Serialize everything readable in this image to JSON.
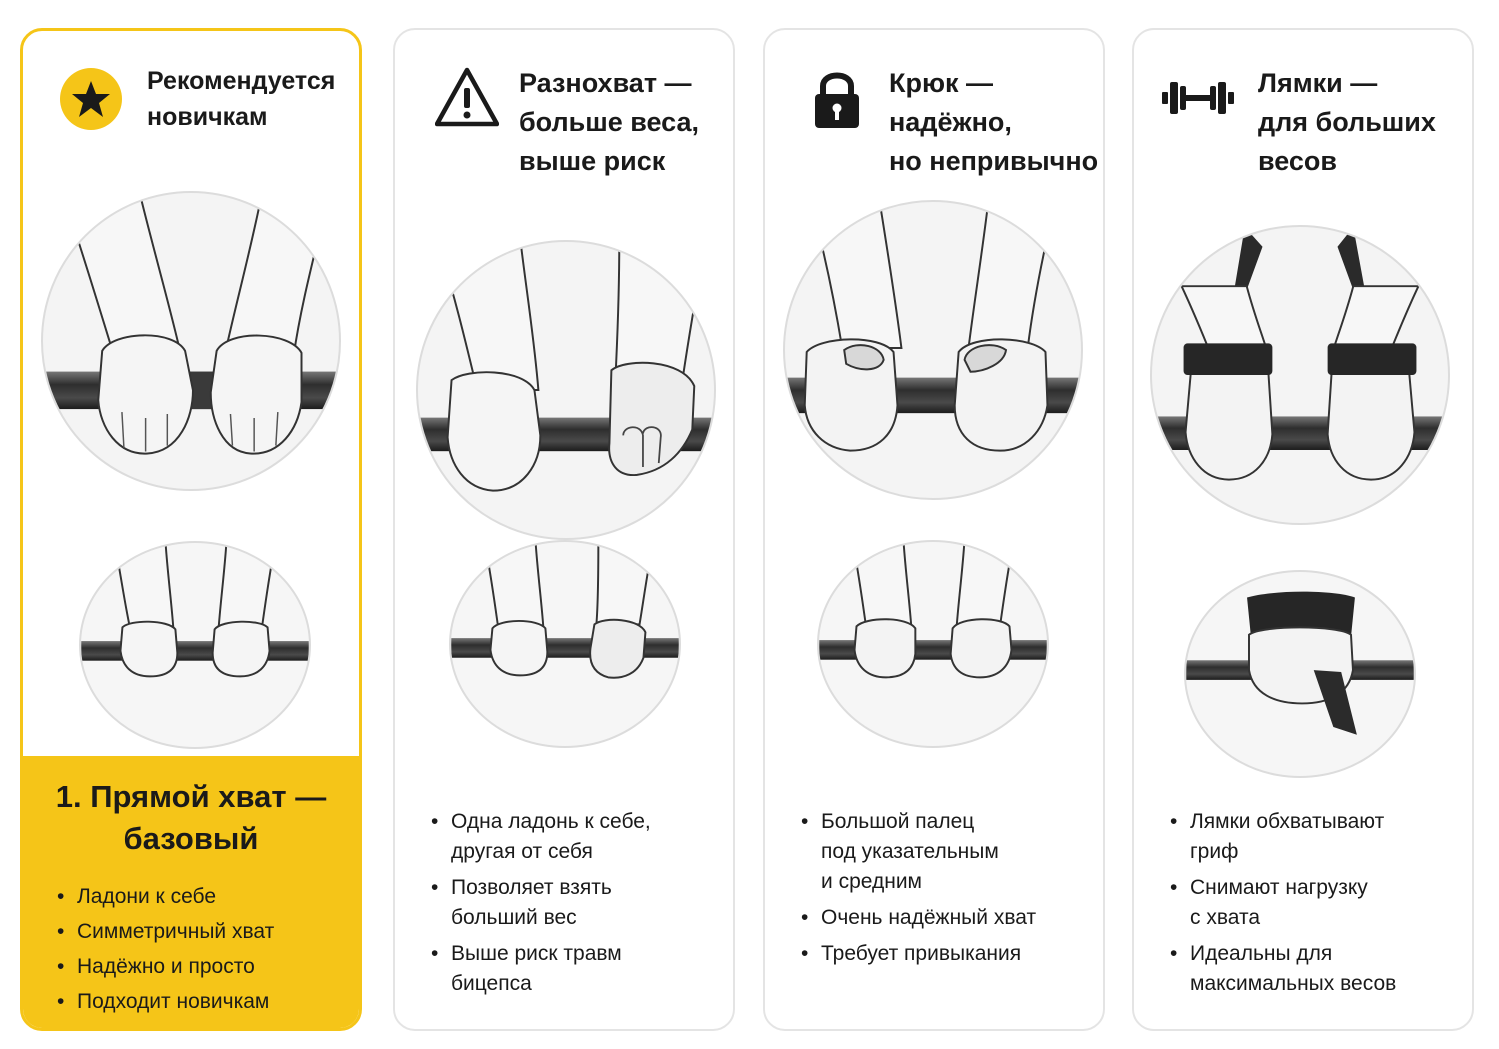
{
  "colors": {
    "accent": "#f5c518",
    "border": "#e4e4e4",
    "text": "#1a1a1a"
  },
  "cards": [
    {
      "icon": "star-icon",
      "header": "Рекомендуется\nновичкам",
      "subtitle": "1. Прямой хват —\nбазовый",
      "bullets": [
        "Ладони к себе",
        "Симметричный хват",
        "Надёжно и просто",
        "Подходит новичкам"
      ]
    },
    {
      "icon": "warning-icon",
      "header": "Разнохват —\nбольше веса,\nвыше риск",
      "bullets": [
        "Одна ладонь к себе,\nдругая от себя",
        "Позволяет взять\nбольший вес",
        "Выше риск травм\nбицепса"
      ]
    },
    {
      "icon": "lock-icon",
      "header": "Крюк —\nнадёжно,\nно непривычно",
      "bullets": [
        "Большой палец\nпод указательным\nи средним",
        "Очень надёжный хват",
        "Требует привыкания"
      ]
    },
    {
      "icon": "dumbbell-icon",
      "header": "Лямки —\nдля больших\nвесов",
      "bullets": [
        "Лямки обхватывают\nгриф",
        "Снимают нагрузку\nс хвата",
        "Идеальны для\nмаксимальных весов"
      ]
    }
  ]
}
